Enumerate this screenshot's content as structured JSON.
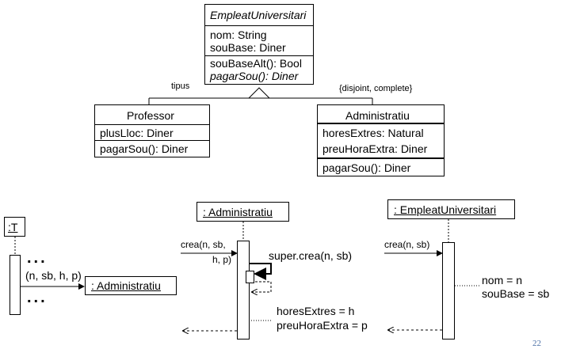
{
  "class_diagram": {
    "superclass": {
      "name": "EmpleatUniversitari",
      "attributes": [
        "nom: String",
        "souBase: Diner"
      ],
      "operations": [
        "souBaseAlt(): Bool",
        "pagarSou(): Diner"
      ]
    },
    "generalization_label_left": "tipus",
    "generalization_label_right": "{disjoint, complete}",
    "professor": {
      "name": "Professor",
      "attributes": [
        "plusLloc: Diner"
      ],
      "operations": [
        "pagarSou(): Diner"
      ]
    },
    "administratiu": {
      "name": "Administratiu",
      "attributes": [
        "horesExtres: Natural",
        "preuHoraExtra: Diner"
      ],
      "operations": [
        "pagarSou(): Diner"
      ]
    }
  },
  "sequence_diagram": {
    "object_t": ":T",
    "dots_top": "...",
    "dots_bottom": "...",
    "call_label": "(n, sb, h, p)",
    "created_object": ": Administratiu",
    "administratiu_lifeline": ": Administratiu",
    "crea_call_line1": "crea(n, sb,",
    "crea_call_line2": "h, p)",
    "super_call": "super.crea(n, sb)",
    "assign_1": "horesExtres = h",
    "assign_2": "preuHoraExtra = p",
    "empleat_lifeline": ": EmpleatUniversitari",
    "crea_call_2": "crea(n, sb)",
    "assign_3": "nom = n",
    "assign_4": "souBase = sb"
  },
  "page_number": "22"
}
